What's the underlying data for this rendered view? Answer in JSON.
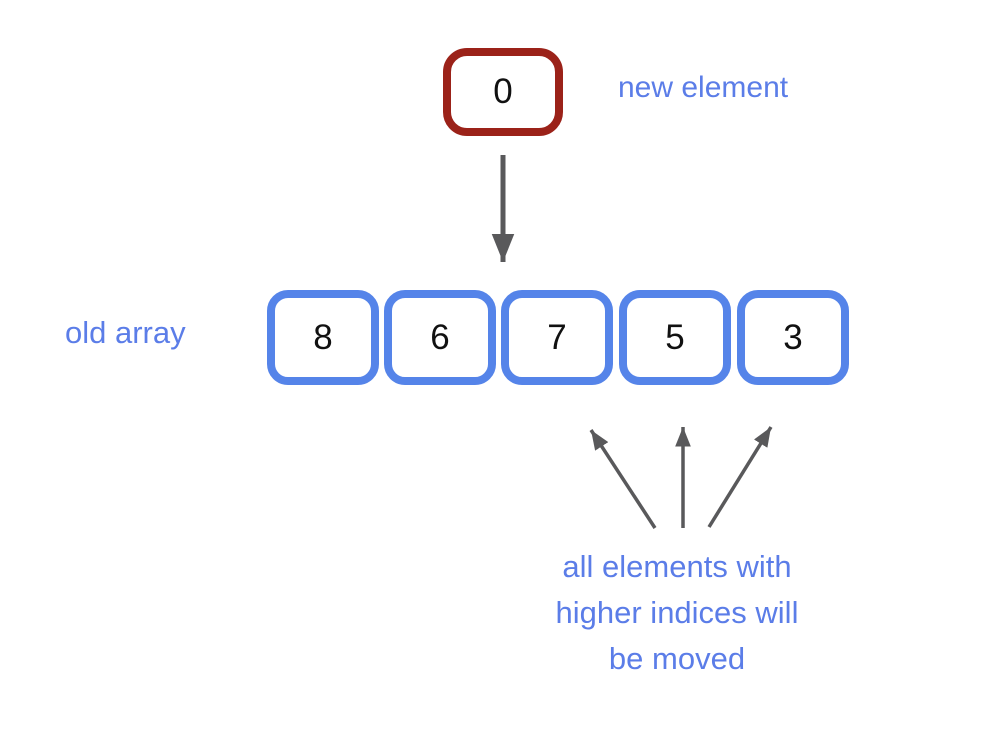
{
  "diagram": {
    "new_element": {
      "value": "0",
      "label": "new element"
    },
    "old_array": {
      "label": "old array",
      "values": [
        "8",
        "6",
        "7",
        "5",
        "3"
      ]
    },
    "annotation": {
      "line1": "all elements with",
      "line2": "higher indices will",
      "line3": "be moved"
    },
    "colors": {
      "new_element_border": "#9b2219",
      "array_cell_border": "#5584e9",
      "label_text": "#5b7de8",
      "arrow_gray": "#59595b",
      "number_text": "#111111",
      "background": "#ffffff"
    }
  }
}
